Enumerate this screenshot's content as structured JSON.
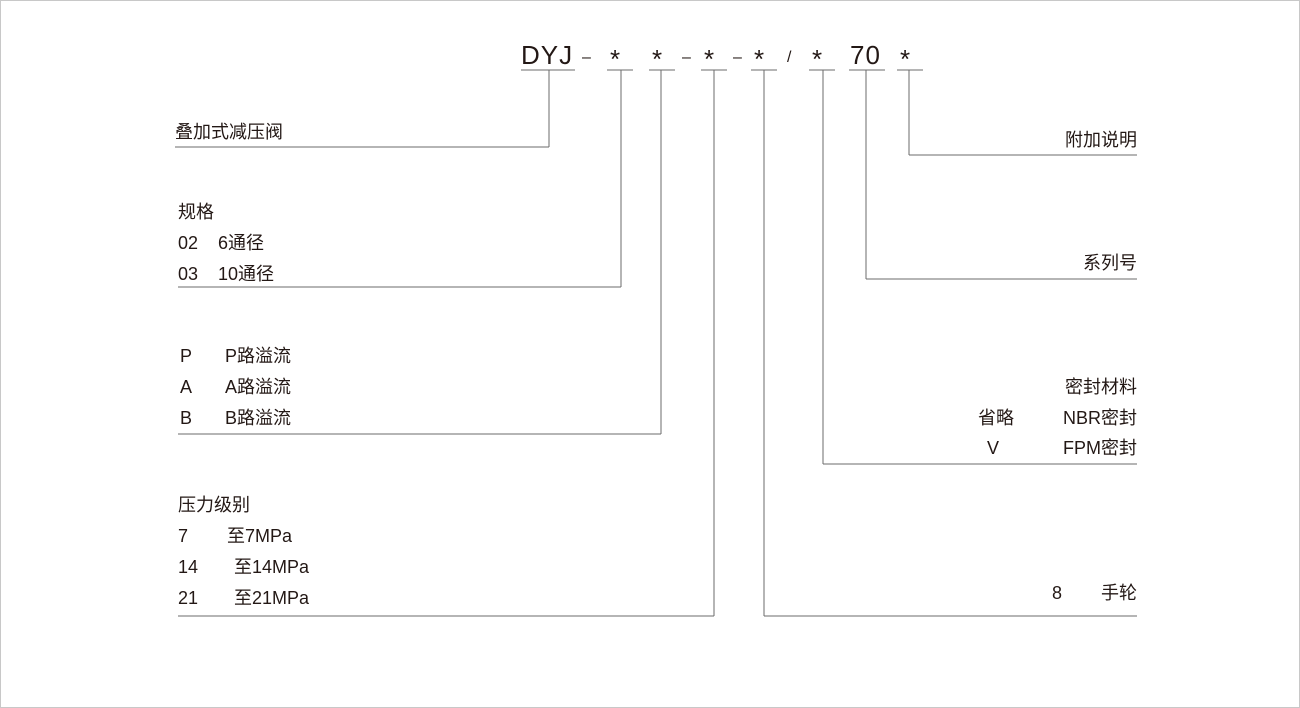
{
  "code": {
    "prefix": "DYJ",
    "dash1": "–",
    "spec": "*",
    "overflow": "*",
    "dash2": "–",
    "pressure": "*",
    "dash3": "–",
    "handwheel": "*",
    "slash": "/",
    "seal": "*",
    "series": "70",
    "extra": "*"
  },
  "left": {
    "valve": "叠加式减压阀",
    "spec": {
      "title": "规格",
      "rows": [
        {
          "code": "02",
          "desc": "6通径"
        },
        {
          "code": "03",
          "desc": "10通径"
        }
      ]
    },
    "overflow": {
      "rows": [
        {
          "code": "P",
          "desc": "P路溢流"
        },
        {
          "code": "A",
          "desc": "A路溢流"
        },
        {
          "code": "B",
          "desc": "B路溢流"
        }
      ]
    },
    "pressure": {
      "title": "压力级别",
      "rows": [
        {
          "code": "7",
          "desc": "至7MPa"
        },
        {
          "code": "14",
          "desc": "至14MPa"
        },
        {
          "code": "21",
          "desc": "至21MPa"
        }
      ]
    }
  },
  "right": {
    "extra": "附加说明",
    "series": "系列号",
    "seal": {
      "title": "密封材料",
      "rows": [
        {
          "code": "省略",
          "desc": "NBR密封"
        },
        {
          "code": "V",
          "desc": "FPM密封"
        }
      ]
    },
    "handwheel": {
      "code": "8",
      "desc": "手轮"
    }
  }
}
